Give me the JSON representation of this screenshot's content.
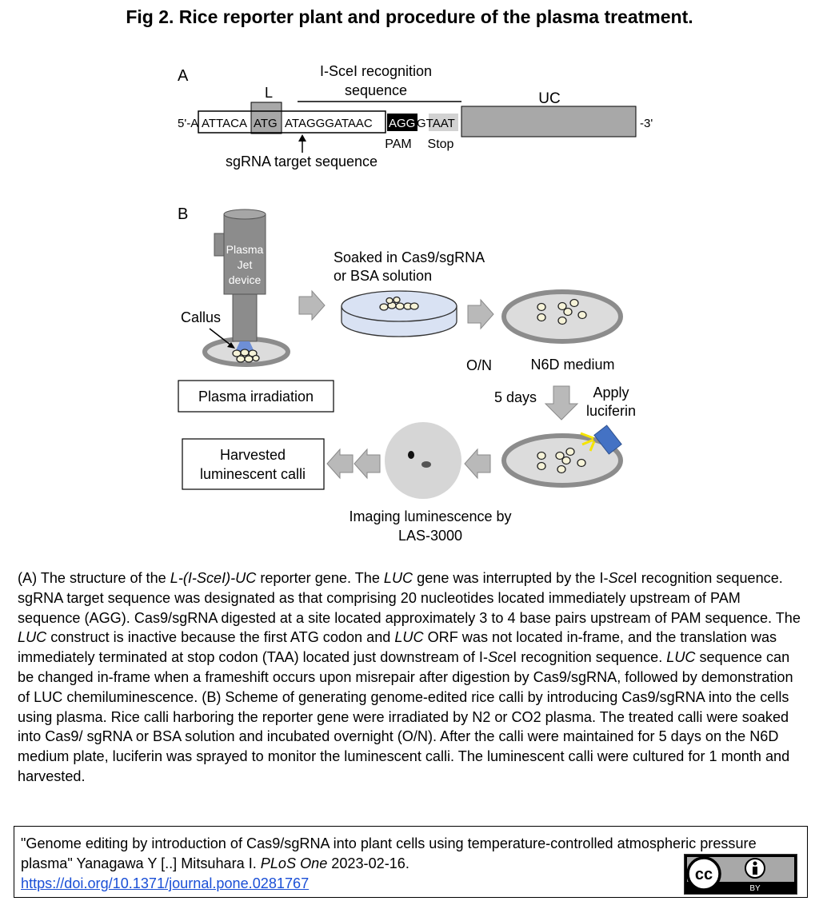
{
  "title": "Fig 2. Rice reporter plant and procedure of the plasma treatment.",
  "panel_a": {
    "label": "A",
    "sce_recognition_line1": "I-SceI recognition",
    "sce_recognition_line2": "sequence",
    "L_label": "L",
    "UC_label": "UC",
    "five_prime": "5'-A",
    "seq_attaca": "ATTACA",
    "seq_atg": "ATG",
    "seq_site": "ATAGGGATAAC",
    "seq_pam": "AGG",
    "seq_taat": "GTAAT",
    "three_prime": "-3'",
    "pam_label": "PAM",
    "stop_label": "Stop",
    "sgrna_label": "sgRNA target sequence"
  },
  "panel_b": {
    "label": "B",
    "device_line1": "Plasma",
    "device_line2": "Jet",
    "device_line3": "device",
    "callus_label": "Callus",
    "plasma_irradiation": "Plasma irradiation",
    "soak_line1": "Soaked in Cas9/sgRNA",
    "soak_line2": "or BSA  solution",
    "on_label": "O/N",
    "n6d_label": "N6D medium",
    "days_label": "5 days",
    "apply_line1": "Apply",
    "apply_line2": "luciferin",
    "harvest_line1": "Harvested",
    "harvest_line2": "luminescent calli",
    "imaging_line1": "Imaging luminescence by",
    "imaging_line2": "LAS-3000"
  },
  "caption": {
    "c01": "(A) The structure of the ",
    "c02": "L-(I-SceI)-UC",
    "c03": " reporter gene. The ",
    "c04": "LUC",
    "c05": " gene was interrupted by the I-",
    "c06": "Sce",
    "c07": "I recognition sequence. sgRNA target sequence was designated as that comprising 20 nucleotides located immediately upstream of PAM sequence (AGG). Cas9/sgRNA digested at a site located approximately 3 to 4 base pairs upstream of PAM sequence. The ",
    "c08": "LUC",
    "c09": " construct is inactive because the first ATG codon and ",
    "c10": "LUC",
    "c11": " ORF was not located in-frame, and the translation was immediately terminated at stop codon (TAA) located just downstream of I-",
    "c12": "Sce",
    "c13": "I recognition sequence. ",
    "c14": "LUC",
    "c15": " sequence can be changed in-frame when a frameshift occurs upon misrepair after digestion by Cas9/sgRNA, followed by demonstration of LUC chemiluminescence. (B) Scheme of generating genome-edited rice calli by introducing Cas9/sgRNA into the cells using plasma. Rice calli harboring the reporter gene were irradiated by N",
    "c16": "2",
    "c17": " or CO",
    "c18": "2",
    "c19": " plasma. The treated calli were soaked into Cas9/ sgRNA or BSA solution and incubated overnight (O/N). After the calli were maintained for 5 days on the N6D medium plate, luciferin was sprayed to monitor the luminescent calli. The luminescent calli were cultured for 1 month and harvested."
  },
  "citation": {
    "quote": "\"Genome editing by introduction of Cas9/sgRNA into plant cells using temperature-controlled atmospheric pressure plasma\" Yanagawa Y [..] Mitsuhara I. ",
    "journal": "PLoS One",
    "date": " 2023-02-16.",
    "doi": "https://doi.org/10.1371/journal.pone.0281767"
  },
  "license": {
    "cc": "cc",
    "by": "BY"
  },
  "colors": {
    "gray_box": "#a8a8a8",
    "dish_fill": "#dcdcdc",
    "dish_rim": "#8c8c8c",
    "soak_fill": "#d9e2f3",
    "arrow_fill": "#b9b9b9",
    "luciferin_bottle": "#4472c4",
    "spray_yellow": "#f5e400",
    "link": "#1a4fd6"
  }
}
